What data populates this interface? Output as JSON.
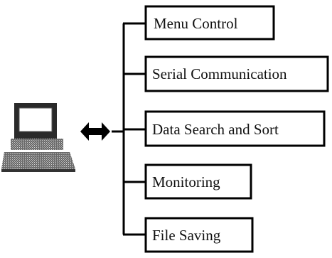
{
  "diagram": {
    "modules": [
      {
        "label": "Menu Control"
      },
      {
        "label": "Serial Communication"
      },
      {
        "label": "Data Search and Sort"
      },
      {
        "label": "Monitoring"
      },
      {
        "label": "File Saving"
      }
    ],
    "computer_icon": "desktop-computer-icon",
    "connector_icon": "double-arrow-icon",
    "colors": {
      "stroke": "#000000",
      "text": "#111111",
      "background": "#ffffff"
    }
  }
}
